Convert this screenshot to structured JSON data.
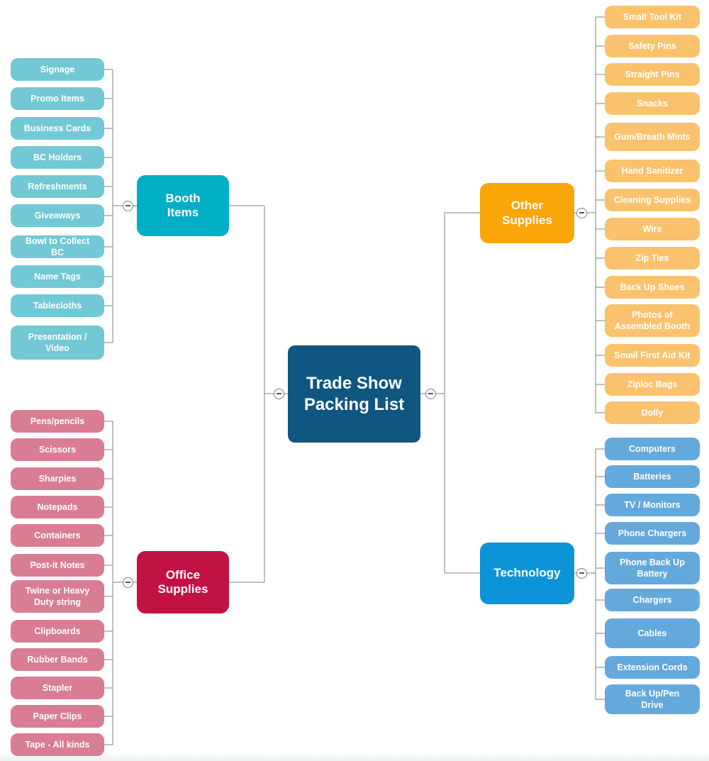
{
  "diagram": {
    "central": {
      "label": "Trade Show\nPacking List",
      "color": "#0F5680"
    },
    "colors": {
      "connector": "#808080",
      "node_text": "#ffffff",
      "background": "#ffffff",
      "collapse_border": "#7a7a7a"
    },
    "collapse_symbol": "minus",
    "branches": [
      {
        "id": "booth-items",
        "label": "Booth\nItems",
        "color": "#00AEC5",
        "leaf_color": "#73C8D6",
        "leaves": [
          "Signage",
          "Promo Items",
          "Business Cards",
          "BC Holders",
          "Refreshments",
          "Giveaways",
          "Bowl to Collect BC",
          "Name Tags",
          "Tablecloths",
          "Presentation /\nVideo"
        ]
      },
      {
        "id": "office-supplies",
        "label": "Office\nSupplies",
        "color": "#C21245",
        "leaf_color": "#D87D93",
        "leaves": [
          "Pens/pencils",
          "Scissors",
          "Sharpies",
          "Notepads",
          "Containers",
          "Post-it Notes",
          "Twine or Heavy\nDuty string",
          "Clipboards",
          "Rubber Bands",
          "Stapler",
          "Paper Clips",
          "Tape - All kinds"
        ]
      },
      {
        "id": "other-supplies",
        "label": "Other\nSupplies",
        "color": "#F8A608",
        "leaf_color": "#FAC26C",
        "leaves": [
          "Small Tool Kit",
          "Safety Pins",
          "Straight Pins",
          "Snacks",
          "Gum/Breath Mints",
          "Hand Sanitizer",
          "Cleaning Supplies",
          "Wire",
          "Zip Ties",
          "Back Up Shoes",
          "Photos of\nAssembled Booth",
          "Small First Aid Kit",
          "Ziploc Bags",
          "Dolly"
        ]
      },
      {
        "id": "technology",
        "label": "Technology",
        "color": "#0D93D8",
        "leaf_color": "#64A9DC",
        "leaves": [
          "Computers",
          "Batteries",
          "TV / Monitors",
          "Phone Chargers",
          "Phone Back Up\nBattery",
          "Chargers",
          "Cables",
          "Extension Cords",
          "Back Up/Pen Drive"
        ]
      }
    ]
  }
}
